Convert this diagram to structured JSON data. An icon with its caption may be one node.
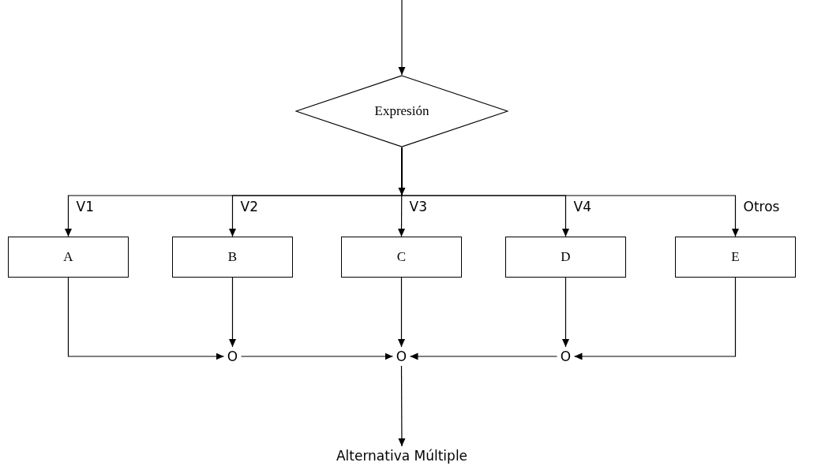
{
  "diagram": {
    "nodes": [
      {
        "text": [
          "Expresión"
        ]
      },
      {
        "text": [
          "A"
        ]
      },
      {
        "text": [
          "B"
        ]
      },
      {
        "text": [
          "C"
        ]
      },
      {
        "text": [
          "D"
        ]
      },
      {
        "text": [
          "E"
        ]
      },
      {
        "text": [
          "O"
        ]
      },
      {
        "text": [
          "O"
        ]
      },
      {
        "text": [
          "O"
        ]
      },
      {
        "text": [
          "Alternativa Múltiple"
        ]
      }
    ],
    "edges": [
      {
        "from": null,
        "to": 0,
        "arrow": "to"
      },
      {
        "from": 0,
        "to": 1,
        "arrow": "to",
        "label": "V1"
      },
      {
        "from": 0,
        "to": 2,
        "arrow": "to",
        "label": "V2"
      },
      {
        "from": 0,
        "to": 3,
        "arrow": "to",
        "label": "V3"
      },
      {
        "from": 0,
        "to": 4,
        "arrow": "to",
        "label": "V4"
      },
      {
        "from": 0,
        "to": 5,
        "arrow": "to",
        "label": "Otros"
      },
      {
        "from": 1,
        "to": 6,
        "arrow": "to"
      },
      {
        "from": 2,
        "to": 6,
        "arrow": "to"
      },
      {
        "from": 6,
        "to": 7,
        "arrow": "to"
      },
      {
        "from": 3,
        "to": 7,
        "arrow": "to"
      },
      {
        "from": 8,
        "to": 7,
        "arrow": "to"
      },
      {
        "from": 4,
        "to": 8,
        "arrow": "to"
      },
      {
        "from": 5,
        "to": 8,
        "arrow": "to"
      },
      {
        "from": 7,
        "to": 9,
        "arrow": "to"
      }
    ]
  }
}
